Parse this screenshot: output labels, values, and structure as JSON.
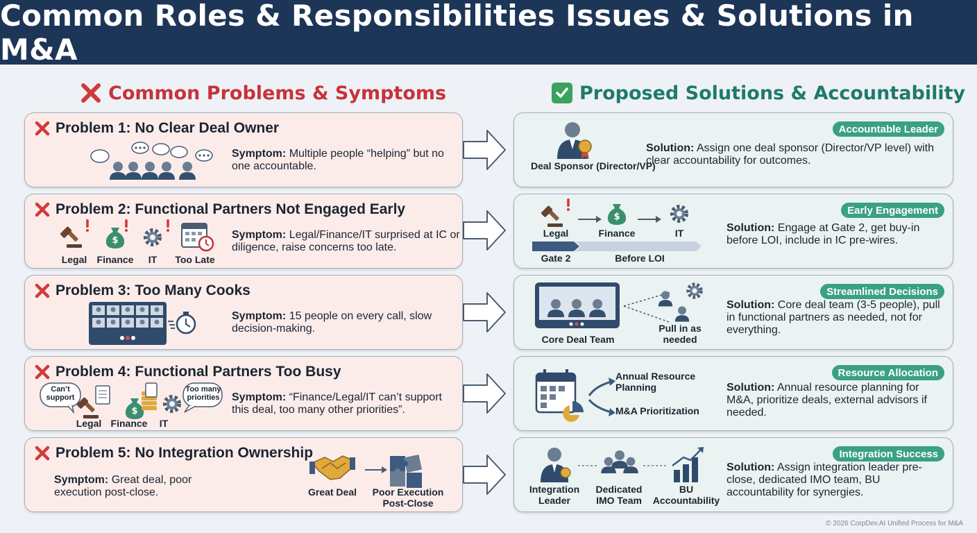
{
  "title": "Common Roles & Responsibilities Issues & Solutions in M&A",
  "left_column_title": "Common Problems & Symptoms",
  "right_column_title": "Proposed Solutions & Accountability",
  "problems": [
    {
      "title": "Problem 1: No Clear Deal Owner",
      "symptom_label": "Symptom:",
      "symptom_text": "Multiple people “helping” but no one accountable."
    },
    {
      "title": "Problem 2: Functional Partners Not Engaged Early",
      "symptom_label": "Symptom:",
      "symptom_text": "Legal/Finance/IT surprised at IC or diligence, raise concerns too late.",
      "icon_labels": [
        "Legal",
        "Finance",
        "IT",
        "Too Late"
      ]
    },
    {
      "title": "Problem 3: Too Many Cooks",
      "symptom_label": "Symptom:",
      "symptom_text": "15 people on every call, slow decision-making."
    },
    {
      "title": "Problem 4: Functional Partners Too Busy",
      "symptom_label": "Symptom:",
      "symptom_text": "“Finance/Legal/IT can’t support this deal, too many other priorities”.",
      "icon_labels": [
        "Legal",
        "Finance",
        "IT"
      ],
      "bubble_left": "Can’t support",
      "bubble_right": "Too many priorities"
    },
    {
      "title": "Problem 5: No Integration Ownership",
      "symptom_label": "Symptom:",
      "symptom_text": "Great deal, poor execution post-close.",
      "icon_labels": [
        "Great Deal",
        "Poor Execution Post-Close"
      ]
    }
  ],
  "solutions": [
    {
      "badge": "Accountable Leader",
      "solution_label": "Solution:",
      "solution_text": "Assign one deal sponsor (Director/VP level) with clear accountability for outcomes.",
      "icon_label": "Deal Sponsor (Director/VP)"
    },
    {
      "badge": "Early Engagement",
      "solution_label": "Solution:",
      "solution_text": "Engage at Gate 2, get buy-in before LOI, include in IC pre-wires.",
      "icon_labels": [
        "Legal",
        "Finance",
        "IT"
      ],
      "timeline_labels": [
        "Gate 2",
        "Before LOI"
      ]
    },
    {
      "badge": "Streamlined Decisions",
      "solution_label": "Solution:",
      "solution_text": "Core deal team (3-5 people), pull in functional partners as needed, not for everything.",
      "icon_labels": [
        "Core Deal Team",
        "Pull in as needed"
      ]
    },
    {
      "badge": "Resource Allocation",
      "solution_label": "Solution:",
      "solution_text": "Annual resource planning for M&A, prioritize deals, external advisors if needed.",
      "icon_labels": [
        "Annual Resource Planning",
        "M&A Prioritization"
      ]
    },
    {
      "badge": "Integration Success",
      "solution_label": "Solution:",
      "solution_text": "Assign integration leader pre-close, dedicated IMO team, BU accountability for synergies.",
      "icon_labels": [
        "Integration Leader",
        "Dedicated IMO Team",
        "BU Accountability"
      ]
    }
  ],
  "footer": "© 2026 CorpDev.AI Unified Process for M&A",
  "colors": {
    "header_bg": "#1d3557",
    "problem_title": "#c8323a",
    "solution_title": "#1f7a6b",
    "problem_card_bg": "#fbecea",
    "solution_card_bg": "#eaf3f2",
    "badge_bg": "#3aa183",
    "icon_navy": "#2f4a6b",
    "icon_green": "#3b8f6e",
    "alert_red": "#d33a3a"
  }
}
